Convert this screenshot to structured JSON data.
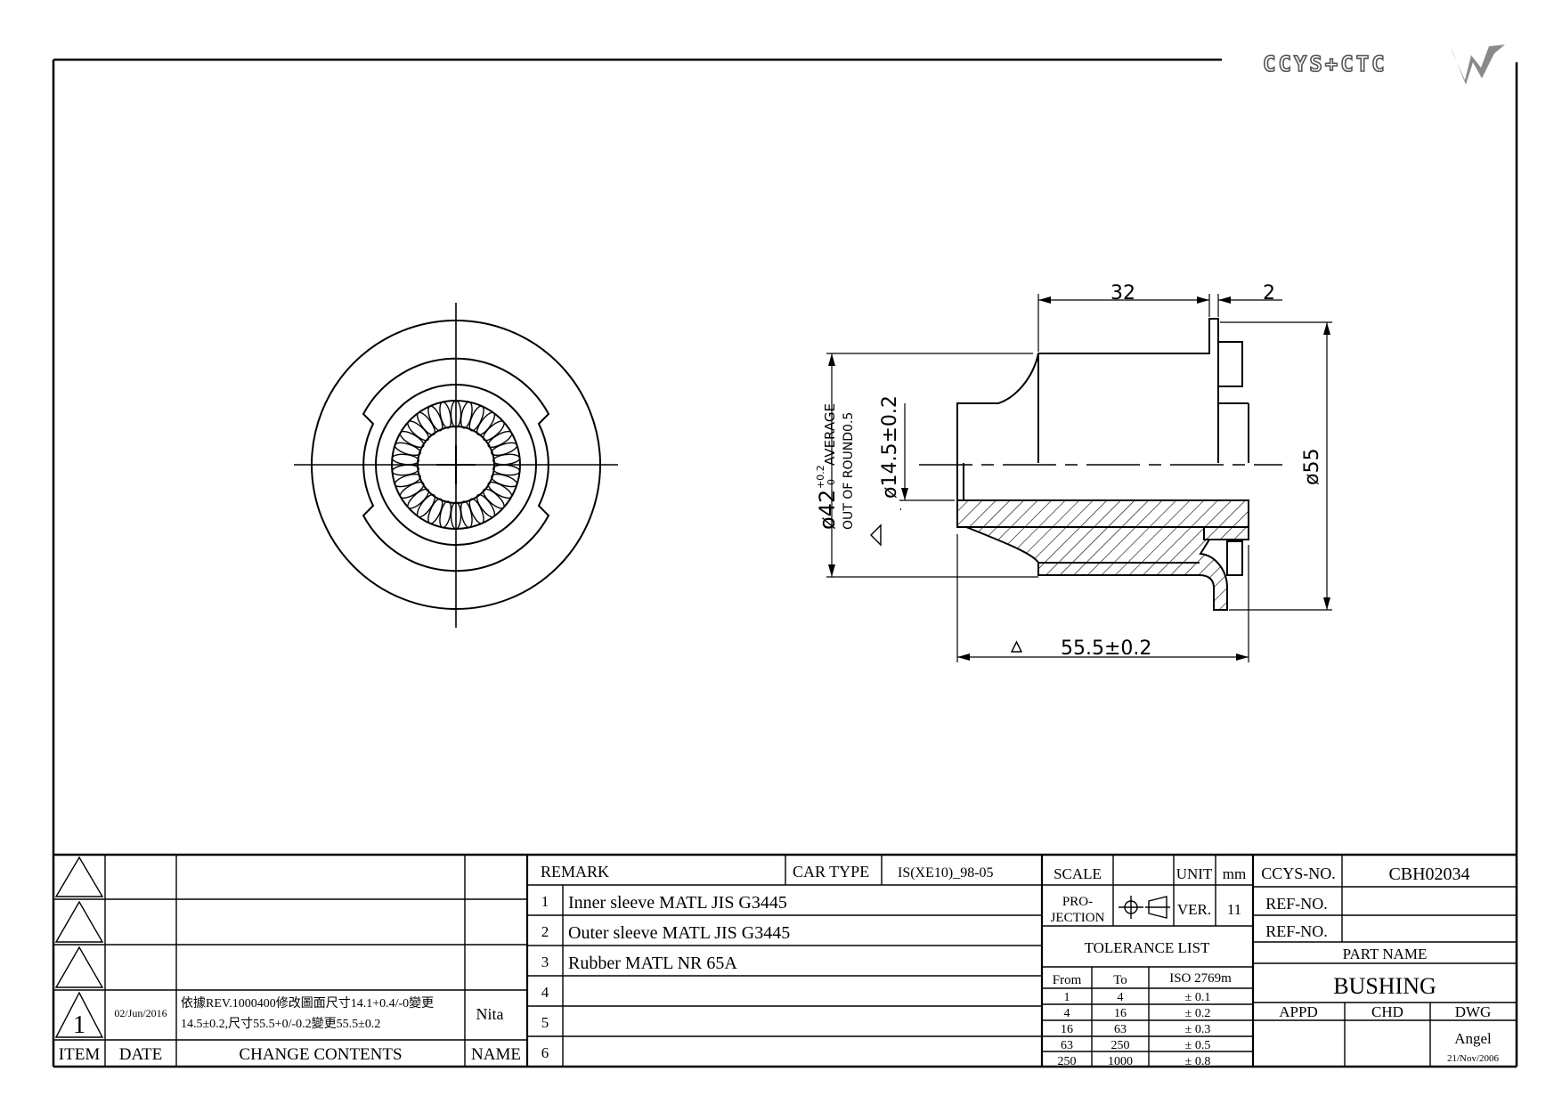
{
  "logo": {
    "text": "CCYS+CTC"
  },
  "dimensions": {
    "d32": "32",
    "d2": "2",
    "d55": "ø55",
    "d42_main": "ø42",
    "d42_tol_upper": "+0.2",
    "d42_tol_lower": "0",
    "d42_suffix": "AVERAGE",
    "out_of_round": "OUT OF ROUND0.5",
    "d14": "ø14.5±0.2",
    "d55_5": "55.5±0.2"
  },
  "revisions": [
    {
      "marker": "",
      "date": "",
      "change": "",
      "name": ""
    },
    {
      "marker": "",
      "date": "",
      "change": "",
      "name": ""
    },
    {
      "marker": "",
      "date": "",
      "change": "",
      "name": ""
    },
    {
      "marker": "1",
      "date": "02/Jun/2016",
      "change_line1": "依據REV.1000400修改圖面尺寸14.1+0.4/-0變更",
      "change_line2": "14.5±0.2,尺寸55.5+0/-0.2變更55.5±0.2",
      "name": "Nita"
    }
  ],
  "rev_headers": {
    "item": "ITEM",
    "date": "DATE",
    "change": "CHANGE CONTENTS",
    "name": "NAME"
  },
  "remark": {
    "label": "REMARK",
    "car_type_label": "CAR TYPE",
    "car_type_value": "IS(XE10)_98-05",
    "rows": [
      {
        "no": "1",
        "text": "Inner sleeve MATL JIS G3445"
      },
      {
        "no": "2",
        "text": "Outer sleeve MATL JIS G3445"
      },
      {
        "no": "3",
        "text": "Rubber MATL NR 65A"
      },
      {
        "no": "4",
        "text": ""
      },
      {
        "no": "5",
        "text": ""
      },
      {
        "no": "6",
        "text": ""
      }
    ]
  },
  "scale_block": {
    "scale_label": "SCALE",
    "scale_value": "",
    "unit_label": "UNIT",
    "unit_value": "mm",
    "projection_label_1": "PRO-",
    "projection_label_2": "JECTION",
    "ver_label": "VER.",
    "ver_value": "11"
  },
  "tolerance": {
    "title": "TOLERANCE LIST",
    "headers": [
      "From",
      "To",
      "ISO 2769m"
    ],
    "rows": [
      [
        "1",
        "4",
        "± 0.1"
      ],
      [
        "4",
        "16",
        "± 0.2"
      ],
      [
        "16",
        "63",
        "± 0.3"
      ],
      [
        "63",
        "250",
        "± 0.5"
      ],
      [
        "250",
        "1000",
        "± 0.8"
      ]
    ]
  },
  "title_block": {
    "ccys_no_label": "CCYS-NO.",
    "ccys_no_value": "CBH02034",
    "ref_no_label_1": "REF-NO.",
    "ref_no_value_1": "",
    "ref_no_label_2": "REF-NO.",
    "ref_no_value_2": "",
    "part_name_label": "PART NAME",
    "part_name_value": "BUSHING",
    "appd_label": "APPD",
    "chd_label": "CHD",
    "dwg_label": "DWG",
    "dwg_name": "Angel",
    "dwg_date": "21/Nov/2006"
  }
}
